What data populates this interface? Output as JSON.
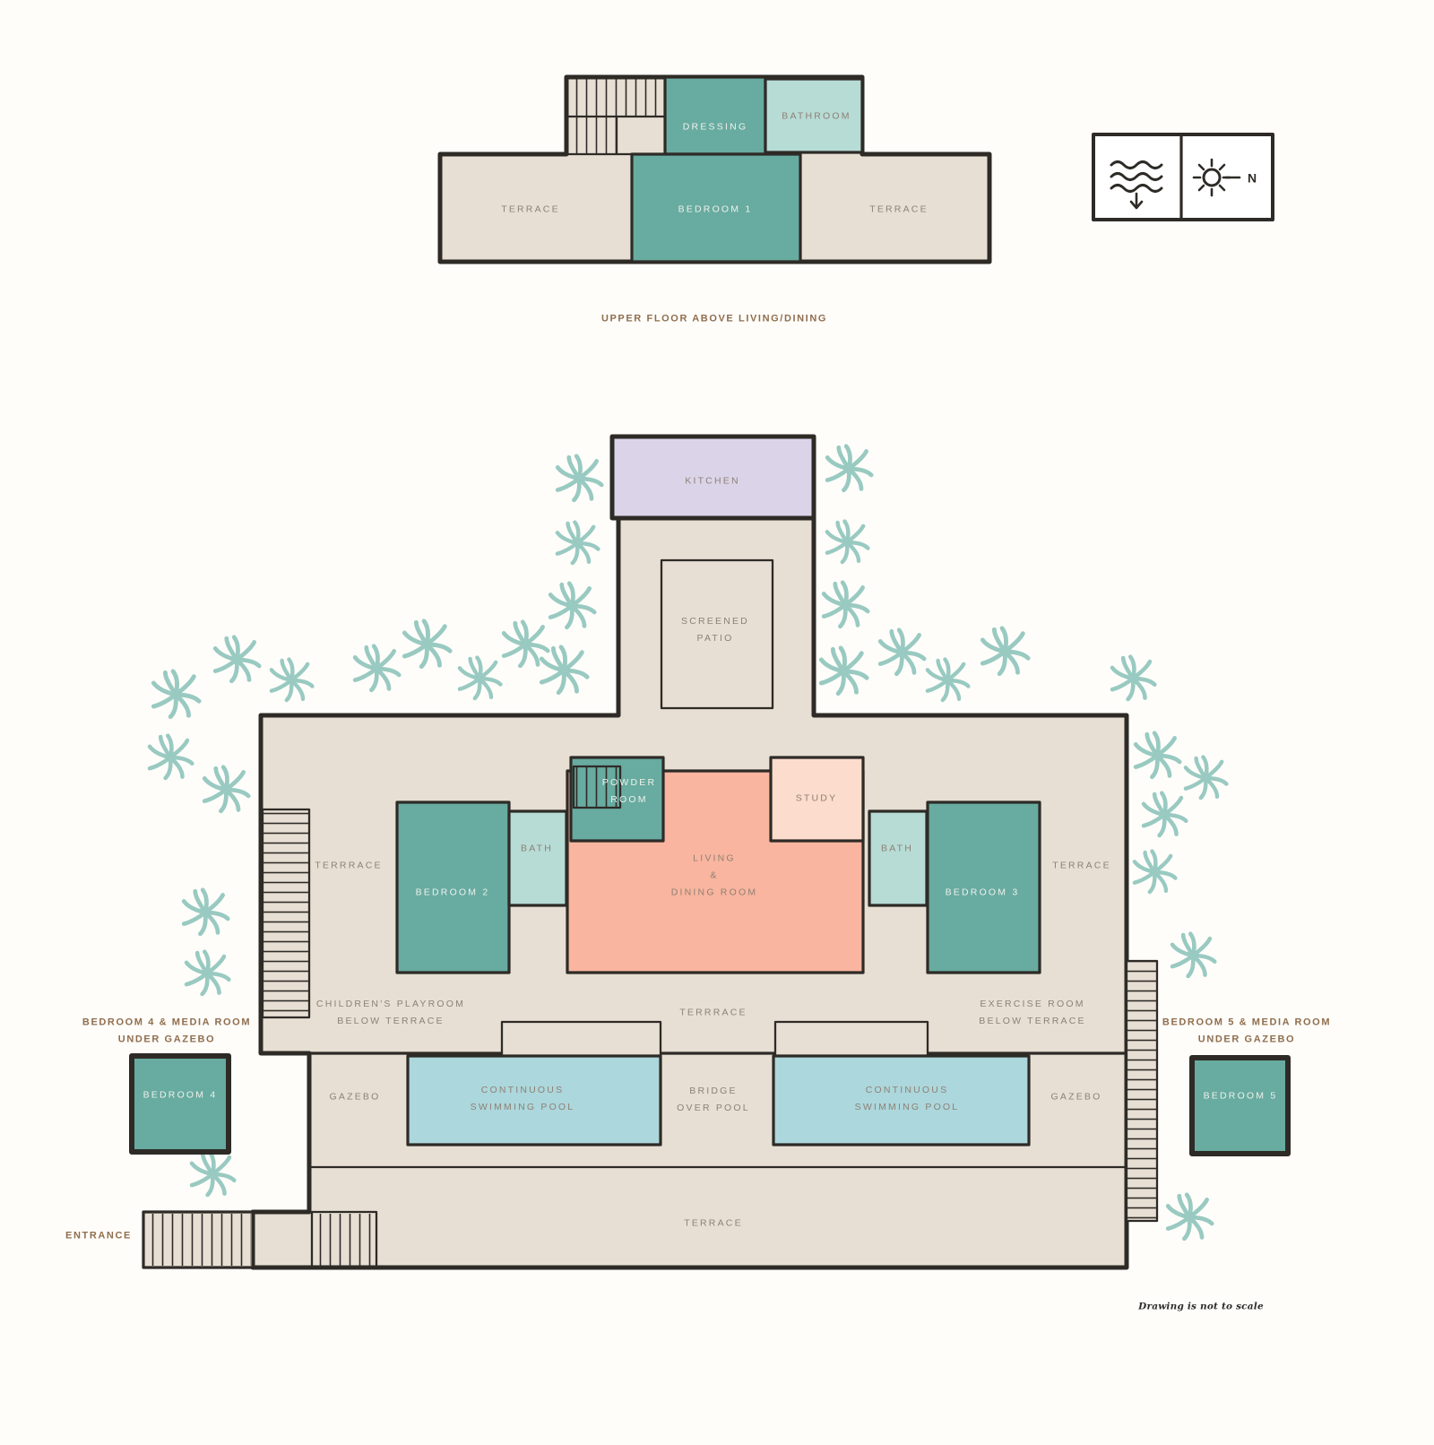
{
  "colors": {
    "paper": "#fffdfa",
    "beige": "#e7dfd3",
    "teal": "#68aba0",
    "aqua": "#b7dbd5",
    "lavender": "#dbd4e9",
    "salmon": "#f9b59f",
    "peach": "#fcdccd",
    "pool": "#acd7dc",
    "ink": "#2e2b27",
    "label": "#8e8175",
    "accent": "#8f6e4e",
    "palm": "#8fc5bb",
    "teal_label": "#eef2ec"
  },
  "upper_floor": {
    "caption": "UPPER FLOOR ABOVE LIVING/DINING",
    "dressing": "DRESSING",
    "bathroom": "BATHROOM",
    "terrace_left": "TERRACE",
    "bedroom1": "BEDROOM 1",
    "terrace_right": "TERRACE"
  },
  "compass": {
    "north": "N"
  },
  "main_floor": {
    "kitchen": "KITCHEN",
    "screened_patio": "SCREENED\nPATIO",
    "terrace_left": "TERRRACE",
    "bedroom2": "BEDROOM 2",
    "bath_left": "BATH",
    "powder_room": "POWDER\nROOM",
    "living_dining": "LIVING\n&\nDINING ROOM",
    "study": "STUDY",
    "bath_right": "BATH",
    "bedroom3": "BEDROOM 3",
    "terrace_right": "TERRACE",
    "playroom_note": "CHILDREN'S PLAYROOM\nBELOW TERRACE",
    "terrace_middle": "TERRRACE",
    "exercise_note": "EXERCISE ROOM\nBELOW TERRACE",
    "gazebo_left": "GAZEBO",
    "pool_left": "CONTINUOUS\nSWIMMING POOL",
    "bridge": "BRIDGE\nOVER POOL",
    "pool_right": "CONTINUOUS\nSWIMMING POOL",
    "gazebo_right": "GAZEBO",
    "terrace_bottom": "TERRACE"
  },
  "annex": {
    "bedroom4_note": "BEDROOM 4 & MEDIA ROOM\nUNDER GAZEBO",
    "bedroom4": "BEDROOM 4",
    "bedroom5_note": "BEDROOM 5 & MEDIA ROOM\nUNDER GAZEBO",
    "bedroom5": "BEDROOM 5",
    "entrance": "ENTRANCE"
  },
  "footer": {
    "scale_note": "Drawing is not to scale"
  },
  "decor": {
    "palm_positions": [
      [
        646,
        534,
        56
      ],
      [
        644,
        606,
        52
      ],
      [
        638,
        676,
        56
      ],
      [
        629,
        748,
        58
      ],
      [
        947,
        523,
        56
      ],
      [
        945,
        605,
        52
      ],
      [
        943,
        675,
        56
      ],
      [
        941,
        749,
        58
      ],
      [
        196,
        775,
        58
      ],
      [
        264,
        736,
        56
      ],
      [
        325,
        759,
        52
      ],
      [
        420,
        746,
        56
      ],
      [
        476,
        719,
        58
      ],
      [
        535,
        757,
        52
      ],
      [
        586,
        719,
        56
      ],
      [
        190,
        845,
        54
      ],
      [
        252,
        881,
        56
      ],
      [
        229,
        1018,
        56
      ],
      [
        231,
        1086,
        54
      ],
      [
        1006,
        728,
        56
      ],
      [
        1057,
        759,
        52
      ],
      [
        1121,
        727,
        58
      ],
      [
        1264,
        757,
        54
      ],
      [
        1291,
        843,
        56
      ],
      [
        1345,
        868,
        52
      ],
      [
        1299,
        909,
        54
      ],
      [
        1288,
        973,
        52
      ],
      [
        1331,
        1066,
        54
      ],
      [
        237,
        1310,
        54
      ],
      [
        1327,
        1358,
        56
      ]
    ]
  }
}
